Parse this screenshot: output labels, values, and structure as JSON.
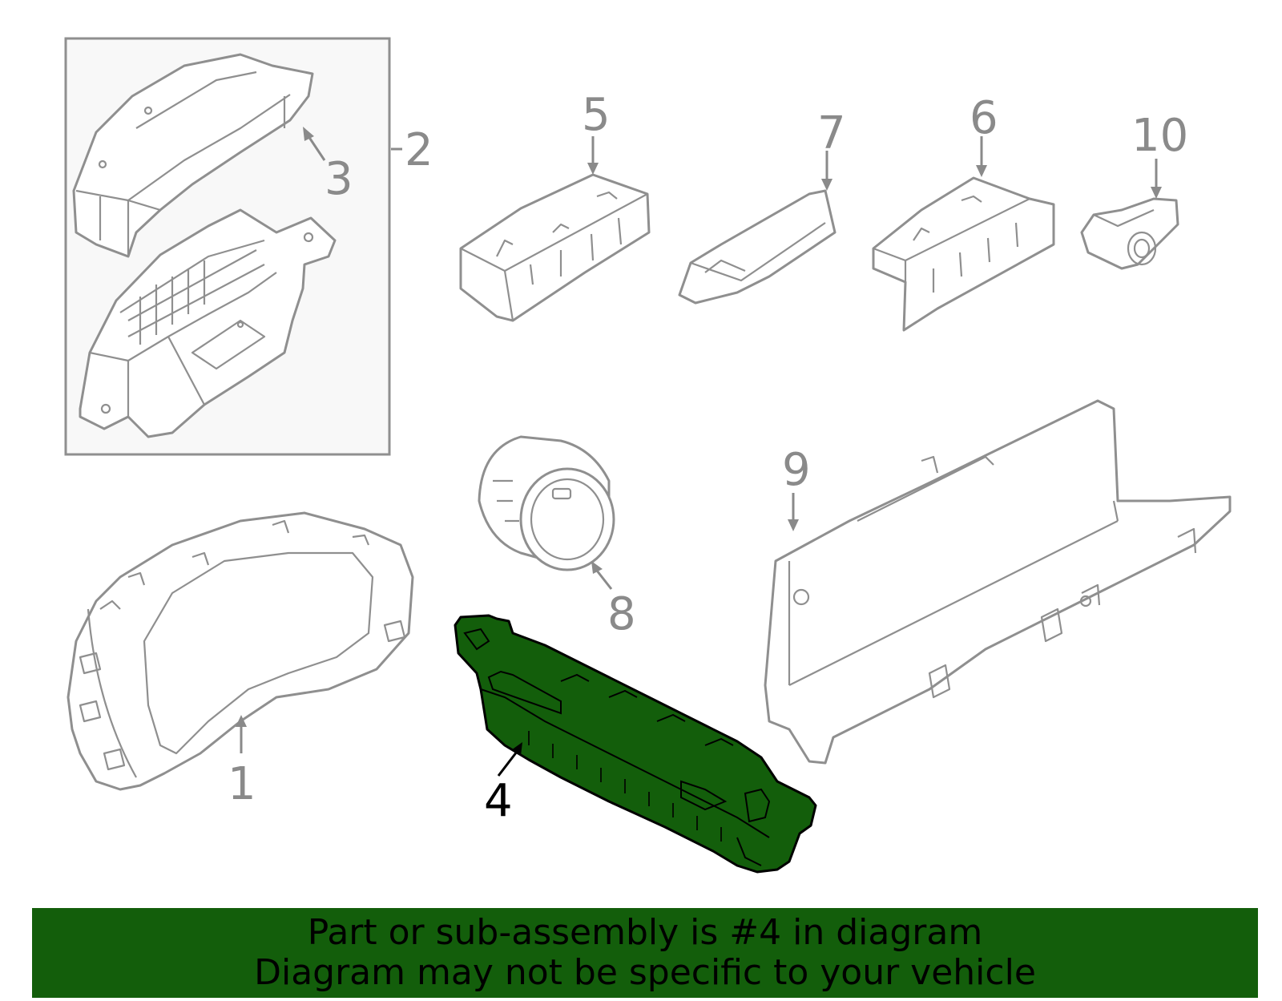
{
  "colors": {
    "highlight": "#135e0b",
    "line": "#8f8f8f",
    "label": "#8a8a8a",
    "inset_bg": "#f8f8f8",
    "footer_bg": "#135e0b"
  },
  "callouts": [
    "1",
    "2",
    "3",
    "4",
    "5",
    "6",
    "7",
    "8",
    "9",
    "10"
  ],
  "highlighted_part": "4",
  "footer": {
    "line1": "Part or sub-assembly is #4 in diagram",
    "line2": "Diagram may not be specific to your vehicle"
  }
}
